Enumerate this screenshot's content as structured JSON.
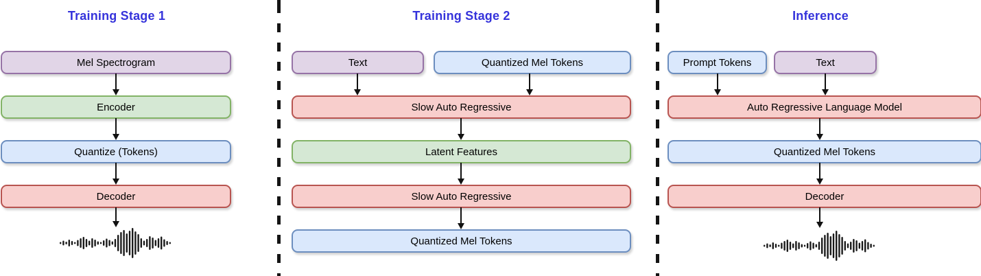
{
  "palette": {
    "purple": {
      "fill": "#E1D5E7",
      "border": "#9673A6"
    },
    "green": {
      "fill": "#D5E8D4",
      "border": "#82B366"
    },
    "blue": {
      "fill": "#DAE8FC",
      "border": "#6C8EBF"
    },
    "red": {
      "fill": "#F8CECC",
      "border": "#B85450"
    },
    "title_color": "#3533DB",
    "arrow_color": "#111111",
    "divider_color": "#141414",
    "waveform_color": "#1A1A1A"
  },
  "sections": [
    {
      "title": "Training Stage 1",
      "nodes": [
        {
          "label": "Mel Spectrogram",
          "color": "purple"
        },
        {
          "label": "Encoder",
          "color": "green"
        },
        {
          "label": "Quantize (Tokens)",
          "color": "blue"
        },
        {
          "label": "Decoder",
          "color": "red"
        }
      ],
      "output_icon": "audio-waveform-icon"
    },
    {
      "title": "Training Stage 2",
      "nodes": [
        {
          "label": "Text",
          "color": "purple"
        },
        {
          "label": "Quantized Mel Tokens",
          "color": "blue"
        },
        {
          "label": "Slow Auto Regressive",
          "color": "red"
        },
        {
          "label": "Latent Features",
          "color": "green"
        },
        {
          "label": "Slow Auto Regressive",
          "color": "red"
        },
        {
          "label": "Quantized Mel Tokens",
          "color": "blue"
        }
      ]
    },
    {
      "title": "Inference",
      "nodes": [
        {
          "label": "Prompt Tokens",
          "color": "blue"
        },
        {
          "label": "Text",
          "color": "purple"
        },
        {
          "label": "Auto Regressive Language Model",
          "color": "red"
        },
        {
          "label": "Quantized Mel Tokens",
          "color": "blue"
        },
        {
          "label": "Decoder",
          "color": "red"
        }
      ],
      "output_icon": "audio-waveform-icon"
    }
  ]
}
